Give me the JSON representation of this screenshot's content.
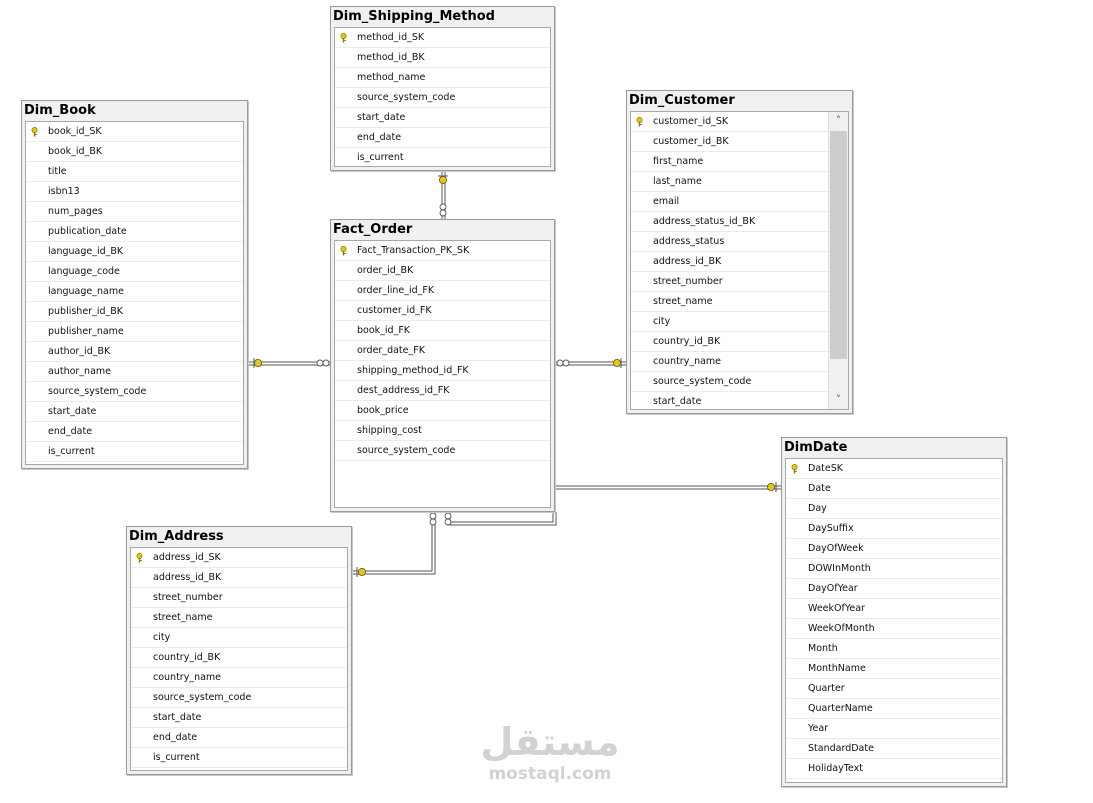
{
  "tables": {
    "dim_book": {
      "title": "Dim_Book",
      "columns": [
        "book_id_SK",
        "book_id_BK",
        "title",
        "isbn13",
        "num_pages",
        "publication_date",
        "language_id_BK",
        "language_code",
        "language_name",
        "publisher_id_BK",
        "publisher_name",
        "author_id_BK",
        "author_name",
        "source_system_code",
        "start_date",
        "end_date",
        "is_current"
      ]
    },
    "dim_shipping_method": {
      "title": "Dim_Shipping_Method",
      "columns": [
        "method_id_SK",
        "method_id_BK",
        "method_name",
        "source_system_code",
        "start_date",
        "end_date",
        "is_current"
      ]
    },
    "fact_order": {
      "title": "Fact_Order",
      "columns": [
        "Fact_Transaction_PK_SK",
        "order_id_BK",
        "order_line_id_FK",
        "customer_id_FK",
        "book_id_FK",
        "order_date_FK",
        "shipping_method_id_FK",
        "dest_address_id_FK",
        "book_price",
        "shipping_cost",
        "source_system_code"
      ]
    },
    "dim_customer": {
      "title": "Dim_Customer",
      "columns": [
        "customer_id_SK",
        "customer_id_BK",
        "first_name",
        "last_name",
        "email",
        "address_status_id_BK",
        "address_status",
        "address_id_BK",
        "street_number",
        "street_name",
        "city",
        "country_id_BK",
        "country_name",
        "source_system_code",
        "start_date"
      ]
    },
    "dim_address": {
      "title": "Dim_Address",
      "columns": [
        "address_id_SK",
        "address_id_BK",
        "street_number",
        "street_name",
        "city",
        "country_id_BK",
        "country_name",
        "source_system_code",
        "start_date",
        "end_date",
        "is_current"
      ]
    },
    "dimdate": {
      "title": "DimDate",
      "columns": [
        "DateSK",
        "Date",
        "Day",
        "DaySuffix",
        "DayOfWeek",
        "DOWInMonth",
        "DayOfYear",
        "WeekOfYear",
        "WeekOfMonth",
        "Month",
        "MonthName",
        "Quarter",
        "QuarterName",
        "Year",
        "StandardDate",
        "HolidayText"
      ]
    }
  },
  "watermark": {
    "arabic": "مستقل",
    "latin": "mostaql.com"
  },
  "colors": {
    "key": "#e8c800",
    "line": "#555555",
    "border": "#9a9a9a"
  },
  "icons": {
    "primary_key": "key-icon",
    "one_end": "key-connector-icon",
    "many_end": "infinity-connector-icon",
    "scroll_up": "chevron-up-icon",
    "scroll_down": "chevron-down-icon"
  }
}
